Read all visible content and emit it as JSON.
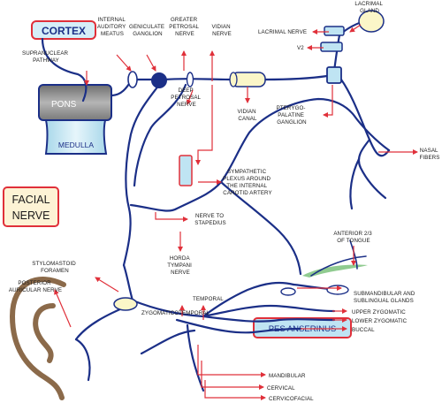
{
  "diagram": {
    "title_box": {
      "line1": "FACIAL",
      "line2": "NERVE"
    },
    "cortex_label": "CORTEX",
    "pons_label": "PONS",
    "medulla_label": "MEDULLA",
    "pes_label": "PES ANSERINUS",
    "labels": {
      "supranuclear": [
        "SUPRANUCLEAR",
        "PATHWAY"
      ],
      "internal_auditory": [
        "INTERNAL",
        "AUDITORY",
        "MEATUS"
      ],
      "geniculate": [
        "GENICULATE",
        "GANGLION"
      ],
      "greater_petrosal": [
        "GREATER",
        "PETROSAL",
        "NERVE"
      ],
      "vidian_nerve": [
        "VIDIAN",
        "NERVE"
      ],
      "deep_petrosal": [
        "DEEP",
        "PETROSAL",
        "NERVE"
      ],
      "vidian_canal": [
        "VIDIAN",
        "CANAL"
      ],
      "lacrimal_gland": [
        "LACRIMAL",
        "GLAND"
      ],
      "lacrimal_nerve": "LACRIMAL NERVE",
      "v2": "V2",
      "pterygopalatine": [
        "PTERYGO-",
        "PALATINE",
        "GANGLION"
      ],
      "sympathetic": [
        "SYMPATHETIC",
        "PLEXUS AROUND",
        "THE INTERNAL",
        "CAROTID ARTERY"
      ],
      "nasal_fibers": [
        "NASAL",
        "FIBERS"
      ],
      "nerve_stapedius": [
        "NERVE TO",
        "STAPEDIUS"
      ],
      "chorda": [
        "HORDA",
        "TYMPANI",
        "NERVE"
      ],
      "anterior_tongue": [
        "ANTERIOR 2/3",
        "OF TONGUE"
      ],
      "stylomastoid": [
        "STYLOMASTOID",
        "FORAMEN"
      ],
      "posterior_auricular": [
        "POSTERIOR",
        "AURICULAR NERVE"
      ],
      "temporal": "TEMPORAL",
      "zygomaticotemporal": "ZYGOMATICOTEMPORAL",
      "submandibular": [
        "SUBMANDIBULAR  AND",
        "SUBLINGUAL GLANDS"
      ],
      "upper_zygomatic": "UPPER ZYGOMATIC",
      "lower_zygomatic": "LOWER ZYGOMATIC",
      "buccal": "BUCCAL",
      "mandibular": "MANDIBULAR",
      "cervical": "CERVICAL",
      "cervicofacial": "CERVICOFACIAL"
    },
    "colors": {
      "nerve": "#1b2f87",
      "arrow": "#e0303a",
      "box_fill": "#bfe4f3",
      "ganglion_fill": "#1b2f87",
      "pons_fill": "#9a9a9a",
      "gland_fill": "#fbf6c8",
      "title_box_fill": "#fdf3d5",
      "tongue_fill": "#7cc27c",
      "ear_stroke": "#8b6a4a"
    }
  }
}
